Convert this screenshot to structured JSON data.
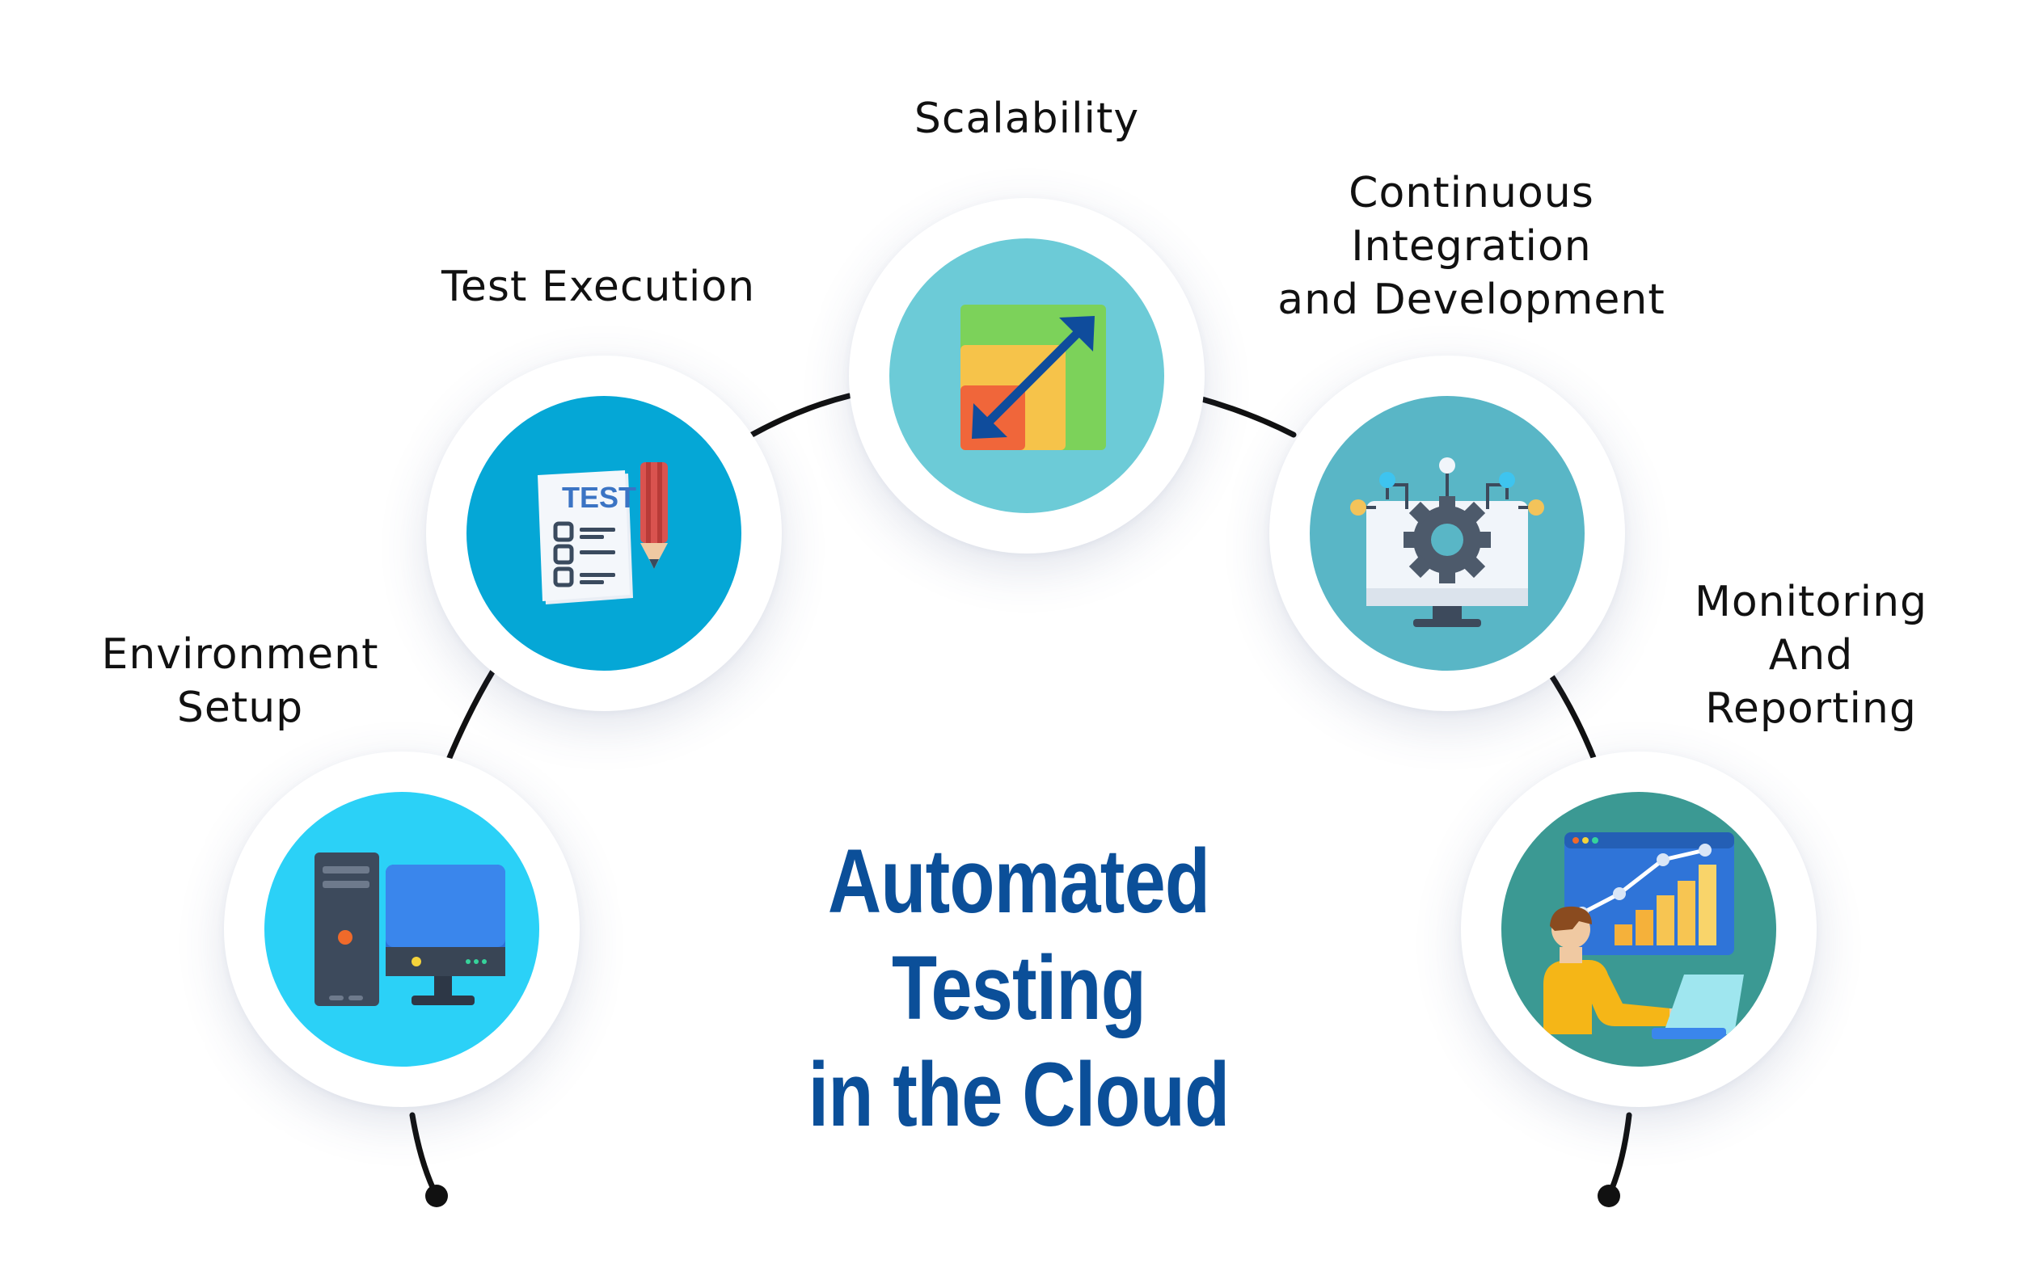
{
  "diagram": {
    "title_line1": "Automated Testing",
    "title_line2": "in the Cloud",
    "nodes": [
      {
        "id": "environment-setup",
        "label_lines": [
          "Environment",
          "Setup"
        ],
        "icon": "desktop-computer-icon",
        "disc_color": "#2bd1f7"
      },
      {
        "id": "test-execution",
        "label_lines": [
          "Test Execution"
        ],
        "icon": "test-checklist-icon",
        "disc_color": "#05a7d6",
        "icon_text": "TEST"
      },
      {
        "id": "scalability",
        "label_lines": [
          "Scalability"
        ],
        "icon": "scale-arrows-icon",
        "disc_color": "#6ccbd7"
      },
      {
        "id": "ci-cd",
        "label_lines": [
          "Continuous",
          "Integration",
          "and Development"
        ],
        "icon": "gear-monitor-icon",
        "disc_color": "#59b6c6"
      },
      {
        "id": "monitoring",
        "label_lines": [
          "Monitoring",
          "And",
          "Reporting"
        ],
        "icon": "analytics-person-icon",
        "disc_color": "#3b9993"
      }
    ],
    "colors": {
      "arc": "#111111",
      "title": "#0b4f99"
    }
  }
}
